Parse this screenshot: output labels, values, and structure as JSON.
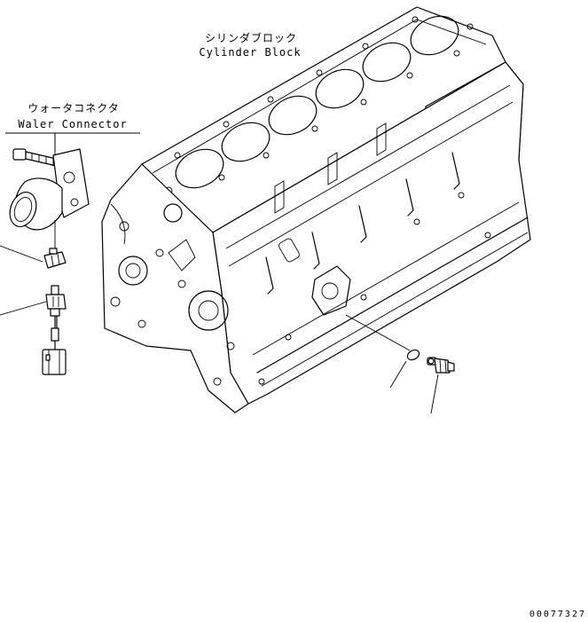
{
  "labels": {
    "cylinder_block_ja": "シリンダブロック",
    "cylinder_block_en": "Cylinder Block",
    "water_connector_ja": "ウォータコネクタ",
    "water_connector_en": "Waler Connector"
  },
  "figure_code": "00077327"
}
